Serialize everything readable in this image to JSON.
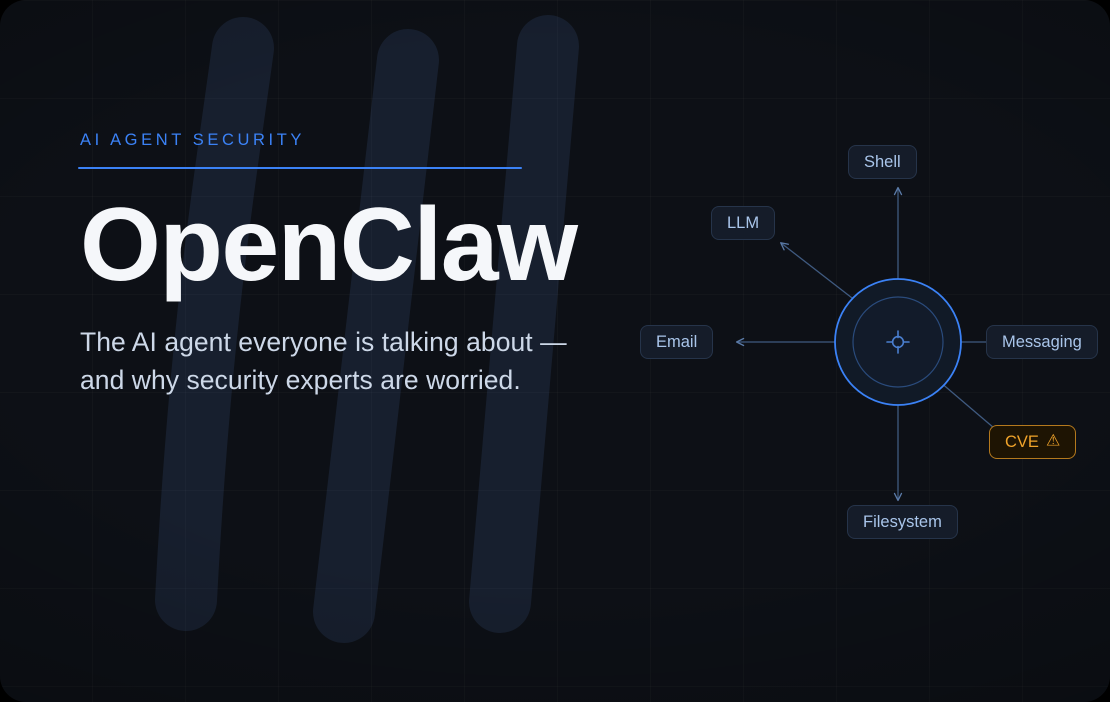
{
  "hero": {
    "eyebrow": "AI AGENT SECURITY",
    "title": "OpenClaw",
    "subtitle_line1": "The AI agent everyone is talking about —",
    "subtitle_line2": "and why security experts are worried."
  },
  "colors": {
    "background": "#0d1016",
    "accent_blue": "#3b82f6",
    "node_fill": "#151c29",
    "node_border": "#26344a",
    "node_text": "#a9c5ea",
    "danger_fill": "#1e1403",
    "danger_border": "#b4791d",
    "danger_text": "#f0a32a",
    "title_text": "#f5f7fa",
    "subtitle_text": "#cdd8e8",
    "wire": "#3d5madeup"
  },
  "diagram": {
    "center": {
      "icon": "crosshair-target-icon",
      "label": ""
    },
    "nodes": [
      {
        "id": "shell",
        "label": "Shell",
        "icon": null,
        "variant": "normal",
        "arrow": true
      },
      {
        "id": "llm",
        "label": "LLM",
        "icon": null,
        "variant": "normal",
        "arrow": true
      },
      {
        "id": "email",
        "label": "Email",
        "icon": null,
        "variant": "normal",
        "arrow": true
      },
      {
        "id": "messaging",
        "label": "Messaging",
        "icon": null,
        "variant": "normal",
        "arrow": false
      },
      {
        "id": "cve",
        "label": "CVE",
        "icon": "warning-triangle-icon",
        "variant": "danger",
        "arrow": false
      },
      {
        "id": "filesystem",
        "label": "Filesystem",
        "icon": null,
        "variant": "normal",
        "arrow": true
      }
    ],
    "warning_glyph": "⚠"
  }
}
